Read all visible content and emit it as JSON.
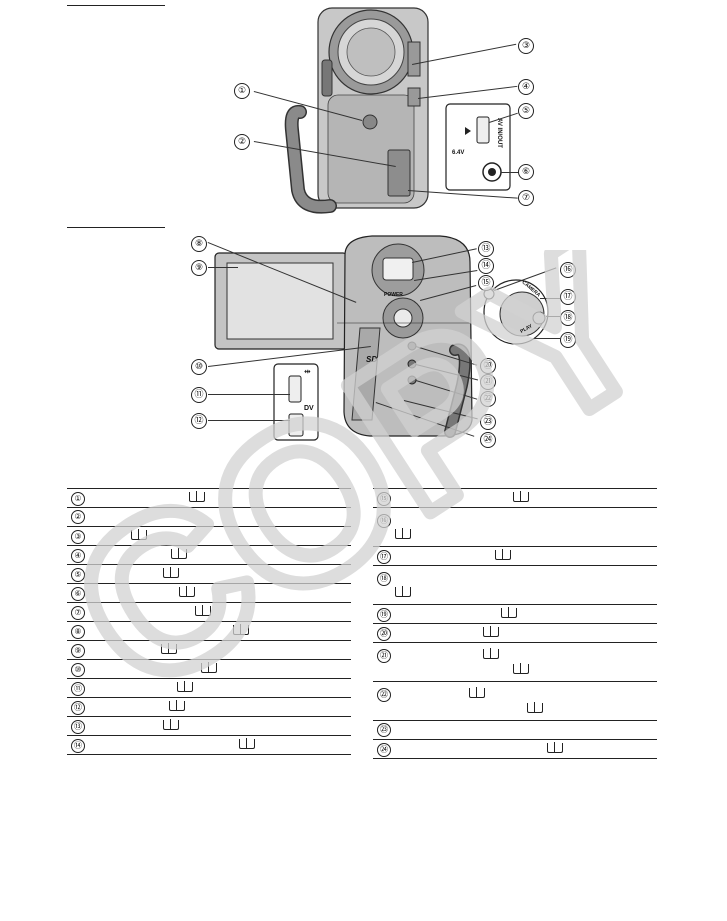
{
  "callouts": [
    "①",
    "②",
    "③",
    "④",
    "⑤",
    "⑥",
    "⑦",
    "⑧",
    "⑨",
    "⑩",
    "⑪",
    "⑫",
    "⑬",
    "⑭",
    "⑮",
    "⑯",
    "⑰",
    "⑱",
    "⑲",
    "⑳",
    "㉑",
    "㉒",
    "㉓",
    "㉔"
  ],
  "camera_labels": {
    "av_in_out": "AV IN/OUT",
    "dc_in": "6.4V",
    "power": "POWER",
    "camera": "CAMERA",
    "play": "PLAY",
    "sd_logo": "SD",
    "dv_port": "DV",
    "usb_symbol": "⇹"
  },
  "table": {
    "left": [
      {
        "num": "①",
        "book": true,
        "second_line": false
      },
      {
        "num": "②",
        "book": false,
        "second_line": false
      },
      {
        "num": "③",
        "book": true,
        "second_line": false
      },
      {
        "num": "④",
        "book": true,
        "second_line": false
      },
      {
        "num": "⑤",
        "book": true,
        "second_line": false
      },
      {
        "num": "⑥",
        "book": true,
        "second_line": false
      },
      {
        "num": "⑦",
        "book": true,
        "second_line": false
      },
      {
        "num": "⑧",
        "book": true,
        "second_line": false
      },
      {
        "num": "⑨",
        "book": true,
        "second_line": false
      },
      {
        "num": "⑩",
        "book": true,
        "second_line": false
      },
      {
        "num": "⑪",
        "book": true,
        "second_line": false
      },
      {
        "num": "⑫",
        "book": true,
        "second_line": false
      },
      {
        "num": "⑬",
        "book": true,
        "second_line": false
      },
      {
        "num": "⑭",
        "book": true,
        "second_line": false
      }
    ],
    "right": [
      {
        "num": "⑮",
        "book": true
      },
      {
        "num": "⑯",
        "book": true
      },
      {
        "num": "⑰",
        "book": true
      },
      {
        "num": "⑱",
        "book": true
      },
      {
        "num": "⑲",
        "book": true
      },
      {
        "num": "⑳",
        "book": true
      },
      {
        "num": "㉑",
        "book": true
      },
      {
        "num": "㉒",
        "book": true
      },
      {
        "num": "㉓",
        "book": false
      },
      {
        "num": "㉔",
        "book": true
      }
    ]
  },
  "watermark": "COPY",
  "colors": {
    "ink": "#111111",
    "watermark": "#d9d9d9",
    "camera_body": "#bdbdbd",
    "camera_dark": "#555555"
  }
}
